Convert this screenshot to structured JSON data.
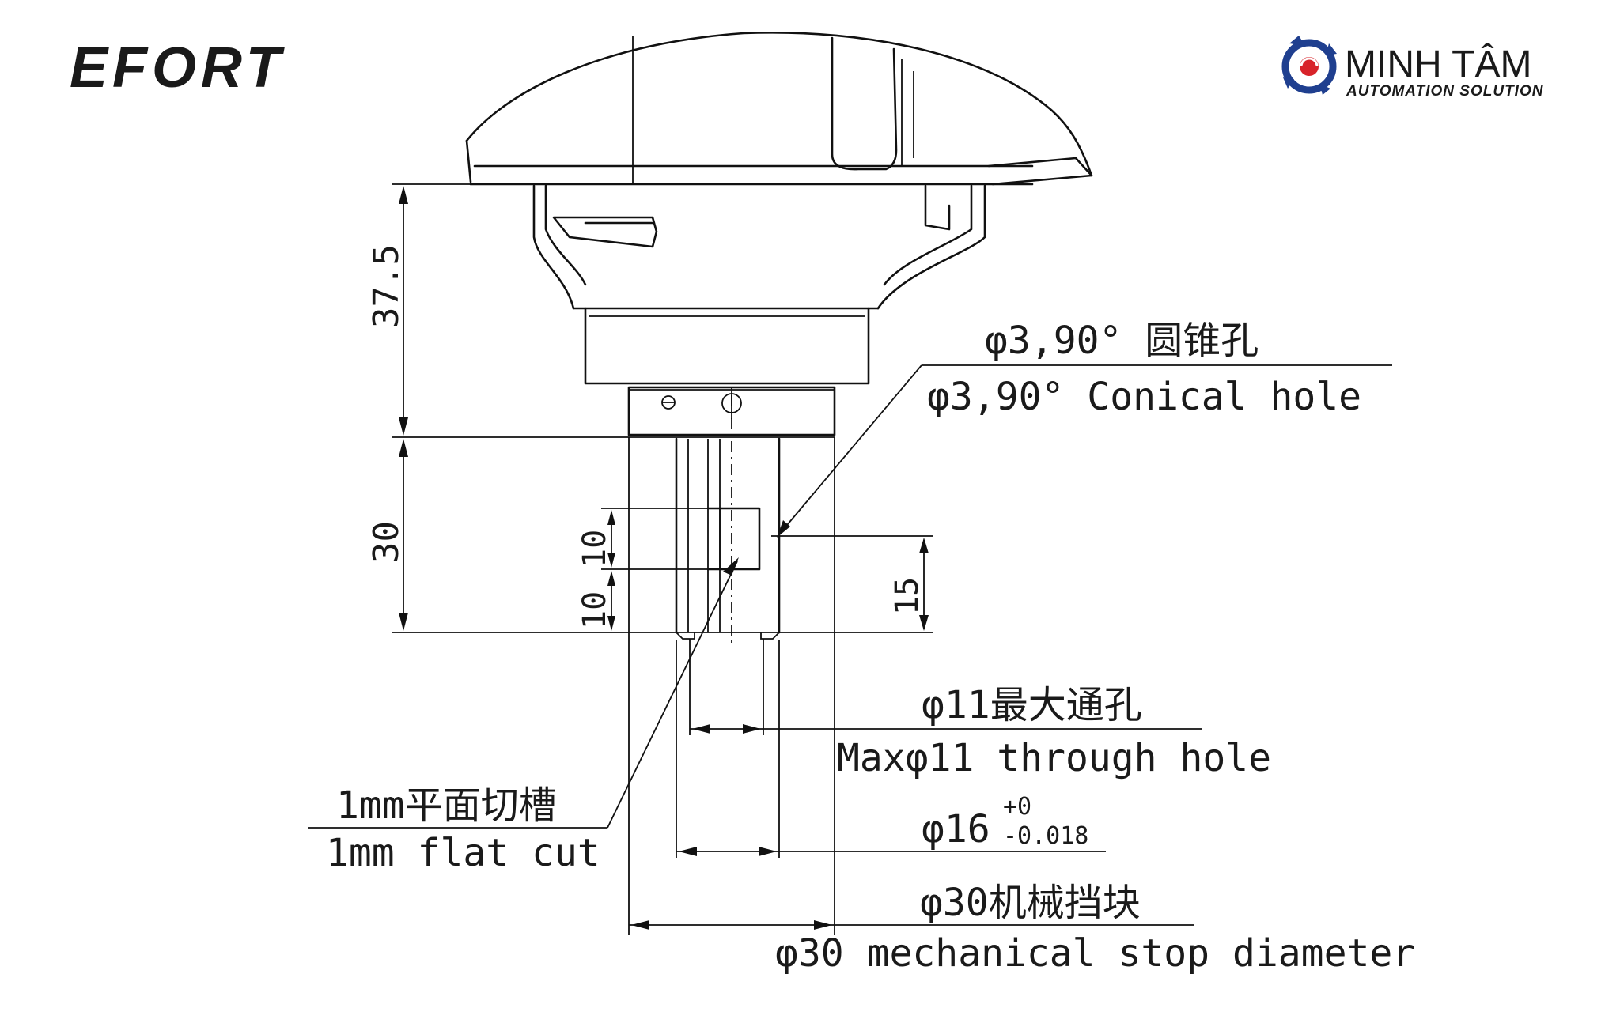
{
  "brand": {
    "left_logo": "EFORT",
    "right_logo_name": "MINH TÂM",
    "right_logo_tagline": "AUTOMATION SOLUTION",
    "left_logo_color": "#d8232a",
    "right_logo_red": "#d8232a",
    "right_logo_blue": "#1f3f8f",
    "icon": "gear-icon"
  },
  "dimensions": {
    "upper_height": "37.5",
    "lower_height": "30",
    "slot_upper": "10",
    "slot_lower": "10",
    "hole_height": "15"
  },
  "callouts": {
    "conical_cn": "φ3,90° 圆锥孔",
    "conical_en": "φ3,90° Conical hole",
    "through_cn": "φ11最大通孔",
    "through_en": "Maxφ11  through hole",
    "shaft_main": "φ16",
    "shaft_tol_upper": "+0",
    "shaft_tol_lower": "-0.018",
    "stop_cn": "φ30机械挡块",
    "stop_en": "φ30 mechanical stop diameter",
    "flat_cn": "1mm平面切槽",
    "flat_en": "1mm flat cut"
  }
}
